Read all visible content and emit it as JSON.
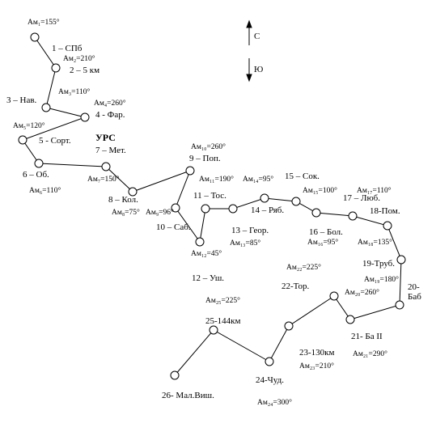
{
  "compass": {
    "north": "С",
    "south": "Ю"
  },
  "region": "УРС",
  "stations": [
    {
      "id": 1,
      "label": "1 – СПб"
    },
    {
      "id": 2,
      "label": "2 – 5 км"
    },
    {
      "id": 3,
      "label": "3 – Нав."
    },
    {
      "id": 4,
      "label": "4 - Фар."
    },
    {
      "id": 5,
      "label": "5 - Сорт."
    },
    {
      "id": 6,
      "label": "6 – Об."
    },
    {
      "id": 7,
      "label": "7 – Мет."
    },
    {
      "id": 8,
      "label": "8 – Кол."
    },
    {
      "id": 9,
      "label": "9 – Поп."
    },
    {
      "id": 10,
      "label": "10 – Саб."
    },
    {
      "id": 11,
      "label": "11 – Тос."
    },
    {
      "id": 12,
      "label": "12 – Уш."
    },
    {
      "id": 13,
      "label": "13 – Геор."
    },
    {
      "id": 14,
      "label": "14 – Ряб."
    },
    {
      "id": 15,
      "label": "15 – Сок."
    },
    {
      "id": 16,
      "label": "16 – Бол."
    },
    {
      "id": 17,
      "label": "17 – Люб."
    },
    {
      "id": 18,
      "label": "18-Пом."
    },
    {
      "id": 19,
      "label": "19-Труб."
    },
    {
      "id": 20,
      "label": "20-Баб"
    },
    {
      "id": 21,
      "label": "21- Ба II"
    },
    {
      "id": 22,
      "label": "22-Тор."
    },
    {
      "id": 23,
      "label": "23-130км"
    },
    {
      "id": 24,
      "label": "24-Чуд."
    },
    {
      "id": 25,
      "label": "25-144км"
    },
    {
      "id": 26,
      "label": "26- Мал.Виш."
    }
  ],
  "azimuths": [
    "Ам₁=155°",
    "Ам₂=210°",
    "Ам₃=110°",
    "Ам₄=260°",
    "Ам₅=120°",
    "Ам₆=110°",
    "Ам₇=150°",
    "Ам₈=75°",
    "Ам₉=96°",
    "Ам₁₀=260°",
    "Ам₁₁=190°",
    "Ам₁₂=45°",
    "Ам₁₃=85°",
    "Ам₁₄=95°",
    "Ам₁₅=100°",
    "Ам₁₆=95°",
    "Ам₁₇=110°",
    "Ам₁₈=135°",
    "Ам₁₉=180°",
    "Ам₂₀=260°",
    "Ам₂₁=290°",
    "Ам₂₂=225°",
    "Ам₂₃=210°",
    "Ам₂₄=300°",
    "Ам₂₅=225°"
  ]
}
